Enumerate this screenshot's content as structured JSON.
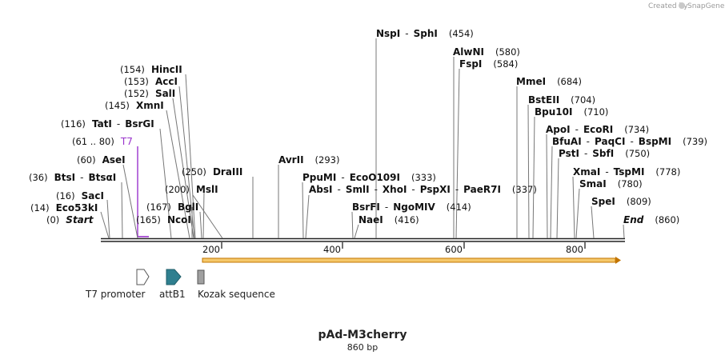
{
  "credit": {
    "text": "Created by",
    "brand": "SnapGene"
  },
  "map": {
    "name": "pAd-M3cherry",
    "length_label": "860 bp",
    "length": 860,
    "ticks": [
      "200",
      "400",
      "600",
      "800"
    ]
  },
  "sites": [
    {
      "label": "NspI",
      "sep": "-",
      "label2": "SphI",
      "pos": "(454)",
      "bp": 454
    },
    {
      "label": "AlwNI",
      "pos": "(580)",
      "bp": 580
    },
    {
      "label": "FspI",
      "pos": "(584)",
      "bp": 584
    },
    {
      "label": "MmeI",
      "pos": "(684)",
      "bp": 684
    },
    {
      "label": "BstEII",
      "pos": "(704)",
      "bp": 704
    },
    {
      "label": "Bpu10I",
      "pos": "(710)",
      "bp": 710
    },
    {
      "label": "ApoI",
      "sep": "-",
      "label2": "EcoRI",
      "pos": "(734)",
      "bp": 734
    },
    {
      "label": "BfuAI",
      "sep": "-",
      "label2": "PaqCI",
      "sep2": "-",
      "label3": "BspMI",
      "pos": "(739)",
      "bp": 739
    },
    {
      "label": "PstI",
      "sep": "-",
      "label2": "SbfI",
      "pos": "(750)",
      "bp": 750
    },
    {
      "label": "XmaI",
      "sep": "-",
      "label2": "TspMI",
      "pos": "(778)",
      "bp": 778
    },
    {
      "label": "SmaI",
      "pos": "(780)",
      "bp": 780
    },
    {
      "label": "SpeI",
      "pos": "(809)",
      "bp": 809
    },
    {
      "label": "End",
      "pos": "(860)",
      "bp": 860
    },
    {
      "label": "HincII",
      "pos": "(154)",
      "bp": 154
    },
    {
      "label": "AccI",
      "pos": "(153)",
      "bp": 153
    },
    {
      "label": "SalI",
      "pos": "(152)",
      "bp": 152
    },
    {
      "label": "XmnI",
      "pos": "(145)",
      "bp": 145
    },
    {
      "label": "TatI",
      "sep": "-",
      "label2": "BsrGI",
      "pos": "(116)",
      "bp": 116
    },
    {
      "label": "T7",
      "pos": "(61 .. 80)",
      "bp": 61
    },
    {
      "label": "AseI",
      "pos": "(60)",
      "bp": 60
    },
    {
      "label": "BtsI",
      "sep": "-",
      "label2": "BtsαI",
      "pos": "(36)",
      "bp": 36
    },
    {
      "label": "SacI",
      "pos": "(16)",
      "bp": 16
    },
    {
      "label": "Eco53kI",
      "pos": "(14)",
      "bp": 14
    },
    {
      "label": "Start",
      "pos": "(0)",
      "bp": 0
    },
    {
      "label": "DraIII",
      "pos": "(250)",
      "bp": 250
    },
    {
      "label": "MslI",
      "pos": "(200)",
      "bp": 200
    },
    {
      "label": "BglI",
      "pos": "(167)",
      "bp": 167
    },
    {
      "label": "NcoI",
      "pos": "(165)",
      "bp": 165
    },
    {
      "label": "AvrII",
      "pos": "(293)",
      "bp": 293
    },
    {
      "label": "PpuMI",
      "sep": "-",
      "label2": "EcoO109I",
      "pos": "(333)",
      "bp": 333
    },
    {
      "label": "AbsI",
      "sep": "-",
      "label2": "SmlI",
      "sep2": "-",
      "label3": "XhoI",
      "sep3": "-",
      "label4": "PspXI",
      "sep4": "-",
      "label5": "PaeR7I",
      "pos": "(337)",
      "bp": 337
    },
    {
      "label": "BsrFI",
      "sep": "-",
      "label2": "NgoMIV",
      "pos": "(414)",
      "bp": 414
    },
    {
      "label": "NaeI",
      "pos": "(416)",
      "bp": 416
    }
  ],
  "legend": [
    {
      "label": "T7 promoter",
      "icon": "arrow-outline-icon",
      "color": "#ffffff"
    },
    {
      "label": "attB1",
      "icon": "arrow-filled-icon",
      "color": "#2f7f8f"
    },
    {
      "label": "Kozak sequence",
      "icon": "box-icon",
      "color": "#a0a0a0"
    }
  ],
  "colors": {
    "backbone": "#222222",
    "primer": "#9933cc",
    "orf_fill": "#f5c86a",
    "orf_stroke": "#c27400",
    "attB1": "#2f7f8f",
    "kozak": "#a0a0a0"
  }
}
